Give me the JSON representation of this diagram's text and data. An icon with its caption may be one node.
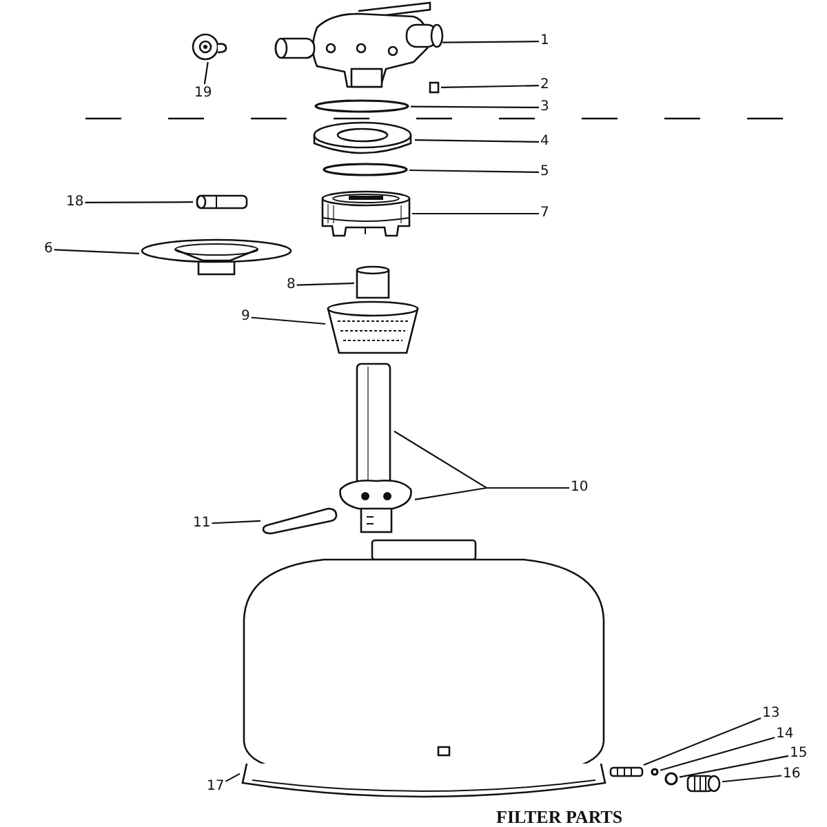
{
  "diagram": {
    "caption": "FILTER PARTS",
    "nodes": [
      {
        "text": [
          "19"
        ]
      },
      {
        "text": [],
        "shape": "picture"
      },
      {
        "text": [
          "1"
        ]
      },
      {
        "text": [],
        "shape": "picture"
      },
      {
        "text": [
          "2"
        ]
      },
      {
        "text": [],
        "shape": "box"
      },
      {
        "text": [
          "3"
        ]
      },
      {
        "text": [],
        "shape": "circle"
      },
      {
        "text": [
          "4"
        ]
      },
      {
        "text": [],
        "shape": "picture"
      },
      {
        "text": [
          "5"
        ]
      },
      {
        "text": [],
        "shape": "circle"
      },
      {
        "text": [
          "18"
        ]
      },
      {
        "text": [],
        "shape": "picture"
      },
      {
        "text": [
          "7"
        ]
      },
      {
        "text": [],
        "shape": "picture"
      },
      {
        "text": [
          "6"
        ]
      },
      {
        "text": [],
        "shape": "picture"
      },
      {
        "text": [
          "8"
        ]
      },
      {
        "text": [],
        "shape": "cylinder"
      },
      {
        "text": [
          "9"
        ]
      },
      {
        "text": [],
        "shape": "picture"
      },
      {
        "text": [
          "10"
        ]
      },
      {
        "text": [],
        "shape": "picture"
      },
      {
        "text": [],
        "shape": "picture"
      },
      {
        "text": [
          "11"
        ]
      },
      {
        "text": [],
        "shape": "picture"
      },
      {
        "text": [
          "13"
        ]
      },
      {
        "text": [],
        "shape": "picture"
      },
      {
        "text": [
          "14"
        ]
      },
      {
        "text": [],
        "shape": "circle"
      },
      {
        "text": [
          "15"
        ]
      },
      {
        "text": [],
        "shape": "circle"
      },
      {
        "text": [
          "16"
        ]
      },
      {
        "text": [],
        "shape": "picture"
      },
      {
        "text": [
          "17"
        ]
      },
      {
        "text": [],
        "shape": "picture"
      }
    ],
    "edges": [
      {
        "from": 0,
        "to": 1,
        "arrow": "none"
      },
      {
        "from": 2,
        "to": 3,
        "arrow": "none"
      },
      {
        "from": 4,
        "to": 5,
        "arrow": "none"
      },
      {
        "from": 6,
        "to": 7,
        "arrow": "none"
      },
      {
        "from": 8,
        "to": 9,
        "arrow": "none"
      },
      {
        "from": 10,
        "to": 11,
        "arrow": "none"
      },
      {
        "from": 12,
        "to": 13,
        "arrow": "none"
      },
      {
        "from": 14,
        "to": 15,
        "arrow": "none"
      },
      {
        "from": 16,
        "to": 17,
        "arrow": "none"
      },
      {
        "from": 18,
        "to": 19,
        "arrow": "none"
      },
      {
        "from": 20,
        "to": 21,
        "arrow": "none"
      },
      {
        "from": 22,
        "to": 23,
        "arrow": "none"
      },
      {
        "from": 22,
        "to": 24,
        "arrow": "none"
      },
      {
        "from": 25,
        "to": 26,
        "arrow": "none"
      },
      {
        "from": 27,
        "to": 28,
        "arrow": "none"
      },
      {
        "from": 29,
        "to": 30,
        "arrow": "none"
      },
      {
        "from": 31,
        "to": 32,
        "arrow": "none"
      },
      {
        "from": 33,
        "to": 34,
        "arrow": "none"
      },
      {
        "from": 35,
        "to": 36,
        "arrow": "none"
      }
    ]
  }
}
